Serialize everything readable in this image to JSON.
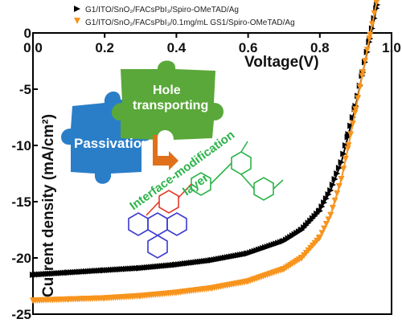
{
  "chart_data": {
    "type": "line",
    "title": "",
    "xlabel": "Voltage(V)",
    "ylabel": "Current density (mA/cm²)",
    "xlim": [
      0.0,
      1.0
    ],
    "ylim": [
      -25,
      0
    ],
    "x_ticks": [
      "0.0",
      "0.2",
      "0.4",
      "0.6",
      "0.8",
      "1.0"
    ],
    "y_ticks": [
      "0",
      "-5",
      "-10",
      "-15",
      "-20",
      "-25"
    ],
    "grid": false,
    "legend_position": "top",
    "series": [
      {
        "name": "G1/ITO/SnO₂/FACsPbI₃/Spiro-OMeTAD/Ag",
        "color": "#000000",
        "marker": "triangle-right",
        "x": [
          0.0,
          0.1,
          0.2,
          0.3,
          0.4,
          0.5,
          0.6,
          0.7,
          0.75,
          0.8,
          0.83,
          0.86,
          0.88,
          0.9,
          0.92,
          0.94,
          0.96
        ],
        "y": [
          -21.5,
          -21.3,
          -21.1,
          -20.9,
          -20.6,
          -20.2,
          -19.6,
          -18.5,
          -17.5,
          -15.8,
          -14.0,
          -11.5,
          -9.0,
          -6.5,
          -3.5,
          -0.5,
          2.5
        ]
      },
      {
        "name": "G1/ITO/SnO₂/FACsPbI₃/0.1mg/mL GS1/Spiro-OMeTAD/Ag",
        "color": "#f7941d",
        "marker": "triangle-down",
        "x": [
          0.0,
          0.1,
          0.2,
          0.3,
          0.4,
          0.5,
          0.6,
          0.7,
          0.75,
          0.8,
          0.83,
          0.86,
          0.88,
          0.9,
          0.92,
          0.94,
          0.96
        ],
        "y": [
          -23.8,
          -23.7,
          -23.6,
          -23.4,
          -23.1,
          -22.7,
          -22.1,
          -21.0,
          -20.0,
          -18.2,
          -16.2,
          -13.0,
          -10.0,
          -6.8,
          -3.5,
          -0.2,
          3.0
        ]
      }
    ]
  },
  "illustration": {
    "puzzle_left": "Passivation",
    "puzzle_right_line1": "Hole",
    "puzzle_right_line2": "transporting",
    "modification_line1": "Interface-modification",
    "modification_line2": "layer",
    "colors": {
      "passivation_piece": "#2a7ec8",
      "hole_piece": "#5aa83a",
      "arrow": "#e0701a",
      "molecule_green": "#2db34a",
      "molecule_red": "#e23a2a",
      "molecule_blue": "#3a3ad0"
    }
  }
}
